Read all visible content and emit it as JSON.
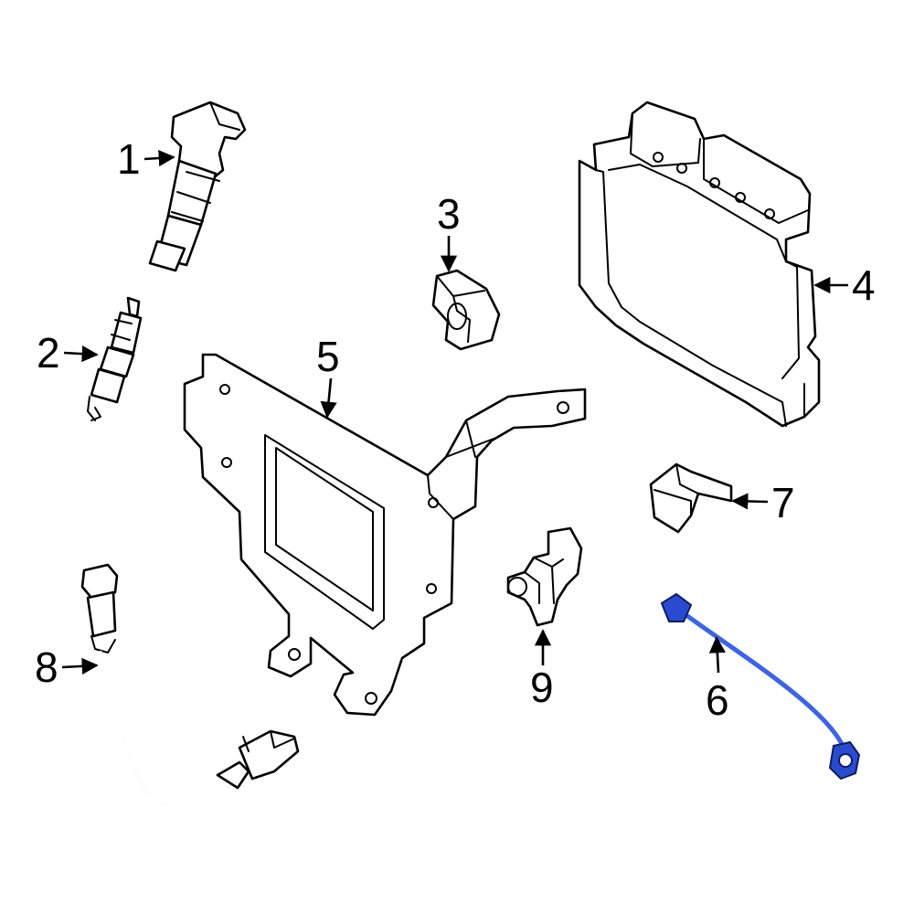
{
  "callouts": [
    {
      "id": "1",
      "label": "1"
    },
    {
      "id": "2",
      "label": "2"
    },
    {
      "id": "3",
      "label": "3"
    },
    {
      "id": "4",
      "label": "4"
    },
    {
      "id": "5",
      "label": "5"
    },
    {
      "id": "6",
      "label": "6"
    },
    {
      "id": "7",
      "label": "7"
    },
    {
      "id": "8",
      "label": "8"
    },
    {
      "id": "9",
      "label": "9"
    }
  ],
  "highlighted_part": "6",
  "colors": {
    "line": "#000000",
    "highlight": "#1f3aa8",
    "background": "#ffffff"
  }
}
